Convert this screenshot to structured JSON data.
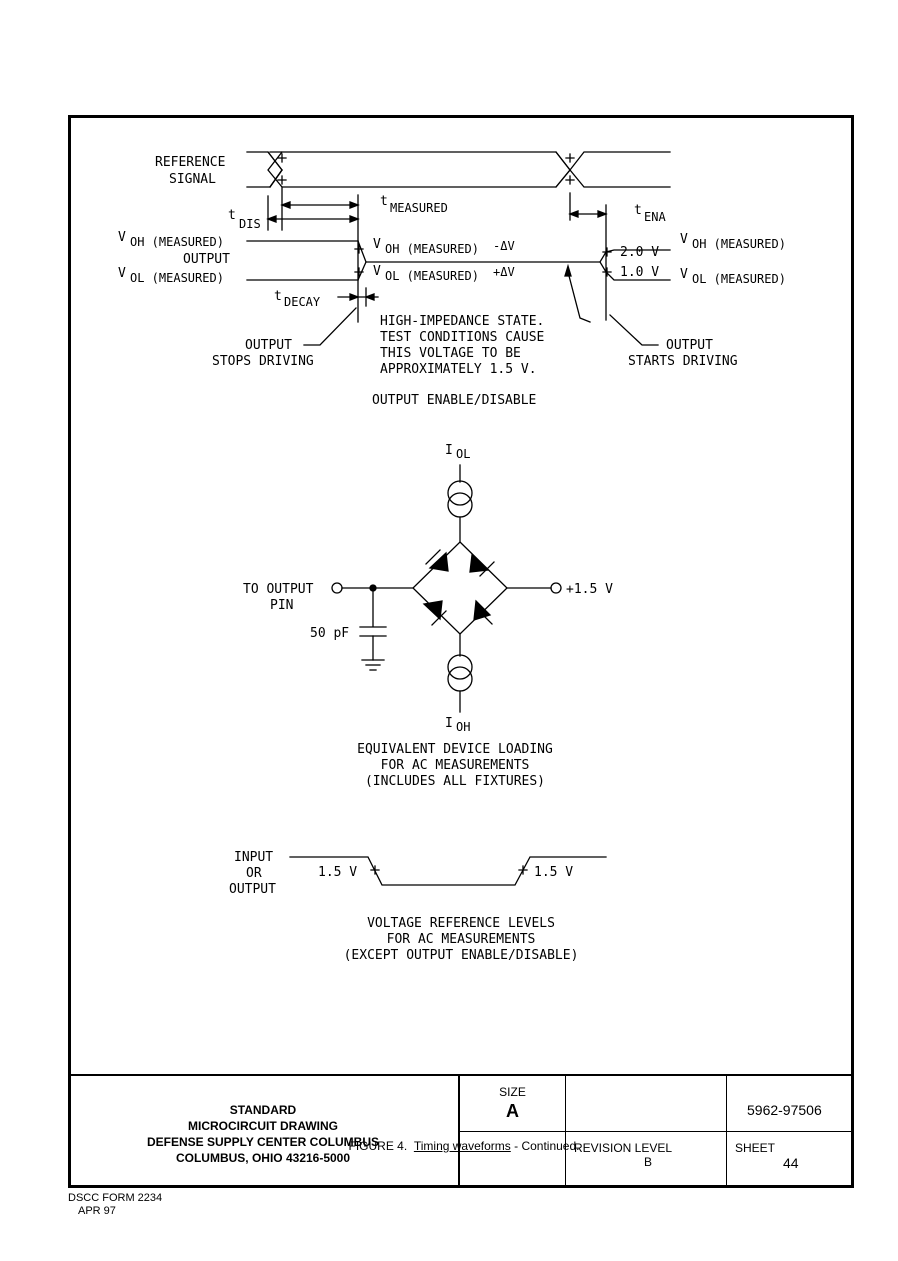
{
  "timing": {
    "reference_signal": [
      "REFERENCE",
      "SIGNAL"
    ],
    "t_dis": {
      "t": "t",
      "sub": "DIS"
    },
    "t_measured": {
      "t": "t",
      "sub": "MEASURED"
    },
    "t_ena": {
      "t": "t",
      "sub": "ENA"
    },
    "t_decay": {
      "t": "t",
      "sub": "DECAY"
    },
    "voh_measured_left": {
      "v": "V",
      "sub": "OH (MEASURED)"
    },
    "output_label": "OUTPUT",
    "vol_measured_left": {
      "v": "V",
      "sub": "OL (MEASURED)"
    },
    "voh_minus_dv": {
      "v": "V",
      "sub": "OH (MEASURED)",
      "suffix": "-ΔV"
    },
    "vol_plus_dv": {
      "v": "V",
      "sub": "OL (MEASURED)",
      "suffix": "+ΔV"
    },
    "level_2v": "2.0 V",
    "level_1v": "1.0 V",
    "voh_measured_right": {
      "v": "V",
      "sub": "OH (MEASURED)"
    },
    "vol_measured_right": {
      "v": "V",
      "sub": "OL (MEASURED)"
    },
    "high_impedance_note": [
      "HIGH-IMPEDANCE STATE.",
      "TEST CONDITIONS CAUSE",
      "THIS VOLTAGE TO BE",
      "APPROXIMATELY 1.5 V."
    ],
    "output_stops": [
      "OUTPUT",
      "STOPS DRIVING"
    ],
    "output_starts": [
      "OUTPUT",
      "STARTS DRIVING"
    ],
    "caption": "OUTPUT ENABLE/DISABLE"
  },
  "loading": {
    "iol": {
      "i": "I",
      "sub": "OL"
    },
    "ioh": {
      "i": "I",
      "sub": "OH"
    },
    "to_output": [
      "TO OUTPUT",
      "PIN"
    ],
    "cap": "50 pF",
    "vplus": "+1.5 V",
    "caption": [
      "EQUIVALENT DEVICE LOADING",
      "FOR AC MEASUREMENTS",
      "(INCLUDES ALL FIXTURES)"
    ]
  },
  "reference": {
    "input_output": [
      "INPUT",
      "OR",
      "OUTPUT"
    ],
    "left_level": "1.5 V",
    "right_level": "1.5 V",
    "caption": [
      "VOLTAGE REFERENCE LEVELS",
      "FOR AC MEASUREMENTS",
      "(EXCEPT OUTPUT ENABLE/DISABLE)"
    ]
  },
  "figure_caption": {
    "prefix": "FIGURE 4.",
    "underlined": "Timing waveforms",
    "suffix": " - Continued."
  },
  "title_block": {
    "standard_lines": [
      "STANDARD",
      "MICROCIRCUIT DRAWING",
      "DEFENSE SUPPLY CENTER COLUMBUS",
      "COLUMBUS, OHIO 43216-5000"
    ],
    "size_label": "SIZE",
    "size_value": "A",
    "drawing_number": "5962-97506",
    "revision_label": "REVISION LEVEL",
    "revision_value": "B",
    "sheet_label": "SHEET",
    "sheet_value": "44"
  },
  "form_id": [
    "DSCC FORM 2234",
    "APR 97"
  ]
}
